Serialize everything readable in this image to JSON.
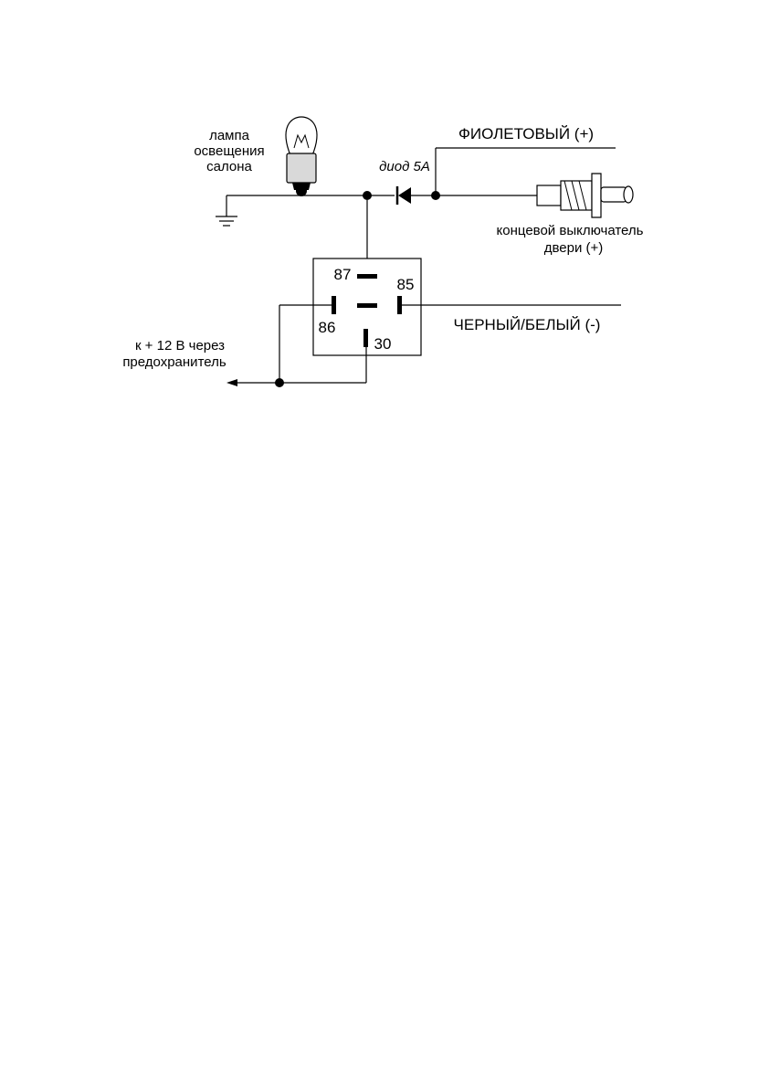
{
  "diagram": {
    "lamp_label": [
      "лампа",
      "освещения",
      "салона"
    ],
    "diode_label": "диод 5А",
    "violet_wire_label": "ФИОЛЕТОВЫЙ (+)",
    "switch_label": [
      "концевой выключатель",
      "двери (+)"
    ],
    "black_white_label": "ЧЕРНЫЙ/БЕЛЫЙ (-)",
    "supply_label": [
      "к + 12 В через",
      "предохранитель"
    ],
    "relay_pins": {
      "p87": "87",
      "p85": "85",
      "p86": "86",
      "p30": "30"
    }
  }
}
